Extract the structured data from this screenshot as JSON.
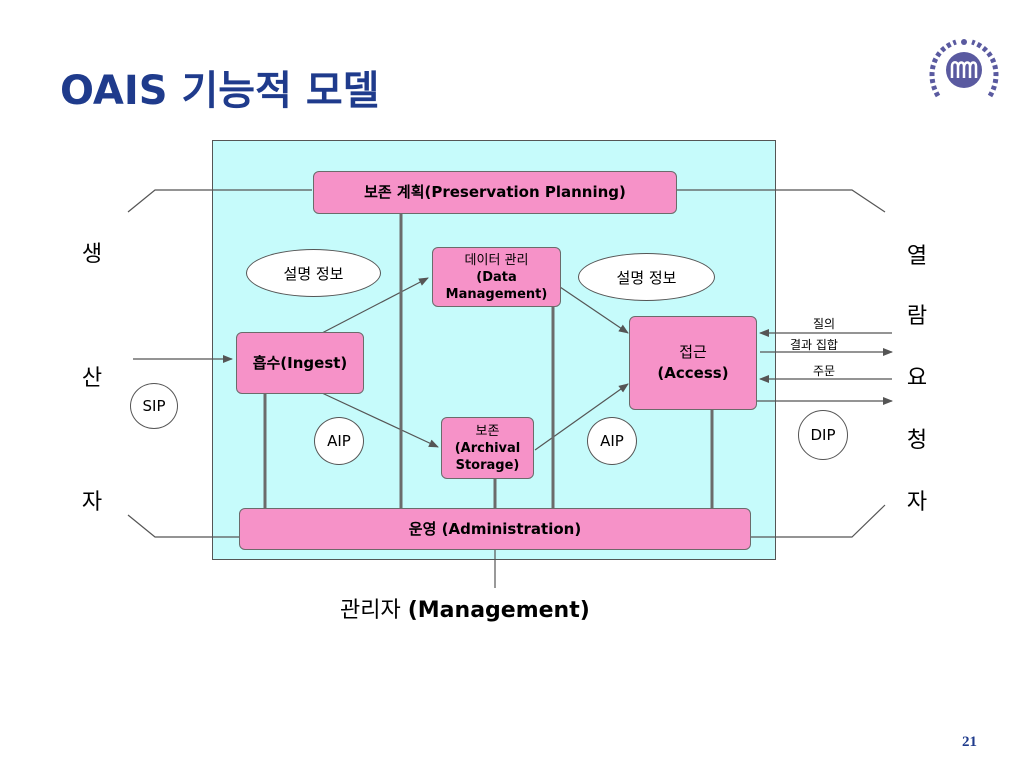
{
  "title": "OAIS 기능적 모델",
  "colors": {
    "title": "#1f3b8c",
    "panel": "#c6fbfb",
    "box": "#f692c8"
  },
  "producer": [
    "생",
    "산",
    "자"
  ],
  "consumer": [
    "열",
    "람",
    "요",
    "청",
    "자"
  ],
  "boxes": {
    "preservation": {
      "text": "보존 계획(Preservation Planning)"
    },
    "data_mgmt": {
      "line1": "데이터 관리",
      "line2": "(Data",
      "line3": "Management)"
    },
    "ingest": {
      "text": "흡수(Ingest)"
    },
    "access": {
      "line1": "접근",
      "line2": "(Access)"
    },
    "storage": {
      "line1": "보존",
      "line2": "(Archival",
      "line3": "Storage)"
    },
    "admin": {
      "text": "운영 (Administration)"
    }
  },
  "ellipses": {
    "desc_left": "설명 정보",
    "desc_right": "설명 정보"
  },
  "circles": {
    "sip": "SIP",
    "aip_left": "AIP",
    "aip_right": "AIP",
    "dip": "DIP"
  },
  "labels": {
    "query": "질의",
    "result": "결과 집합",
    "order": "주문"
  },
  "management": {
    "ko": "관리자",
    "en": "(Management)"
  },
  "page_number": "21"
}
